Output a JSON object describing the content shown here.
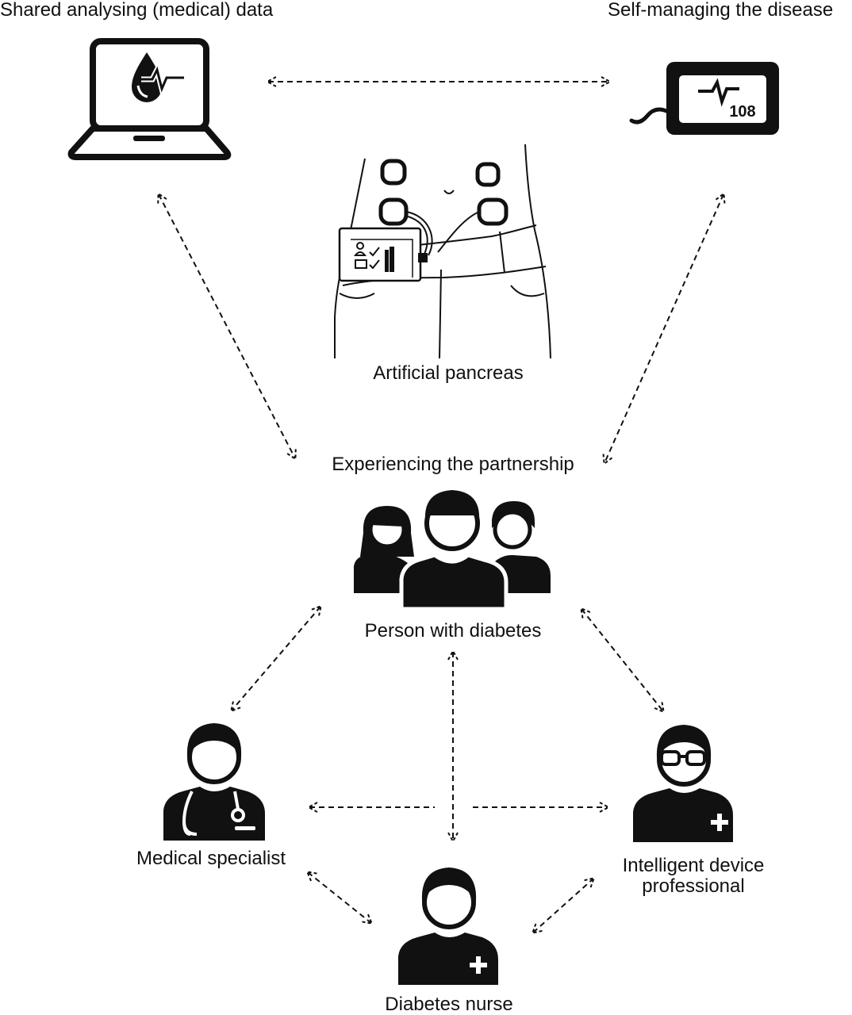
{
  "labels": {
    "shared_data": "Shared analysing (medical) data",
    "self_managing": "Self-managing the disease",
    "artificial_pancreas": "Artificial pancreas",
    "experiencing": "Experiencing the partnership",
    "person_with_diabetes": "Person with diabetes",
    "medical_specialist": "Medical specialist",
    "device_professional_line1": "Intelligent device",
    "device_professional_line2": "professional",
    "diabetes_nurse": "Diabetes nurse"
  },
  "device_reading": "108",
  "colors": {
    "ink": "#111111",
    "background": "#ffffff"
  },
  "icons": [
    "laptop-icon",
    "blood-drop-heartbeat-icon",
    "glucose-monitor-icon",
    "artificial-pancreas-body-illustration",
    "group-people-icon",
    "doctor-stethoscope-icon",
    "professional-glasses-icon",
    "nurse-icon"
  ]
}
